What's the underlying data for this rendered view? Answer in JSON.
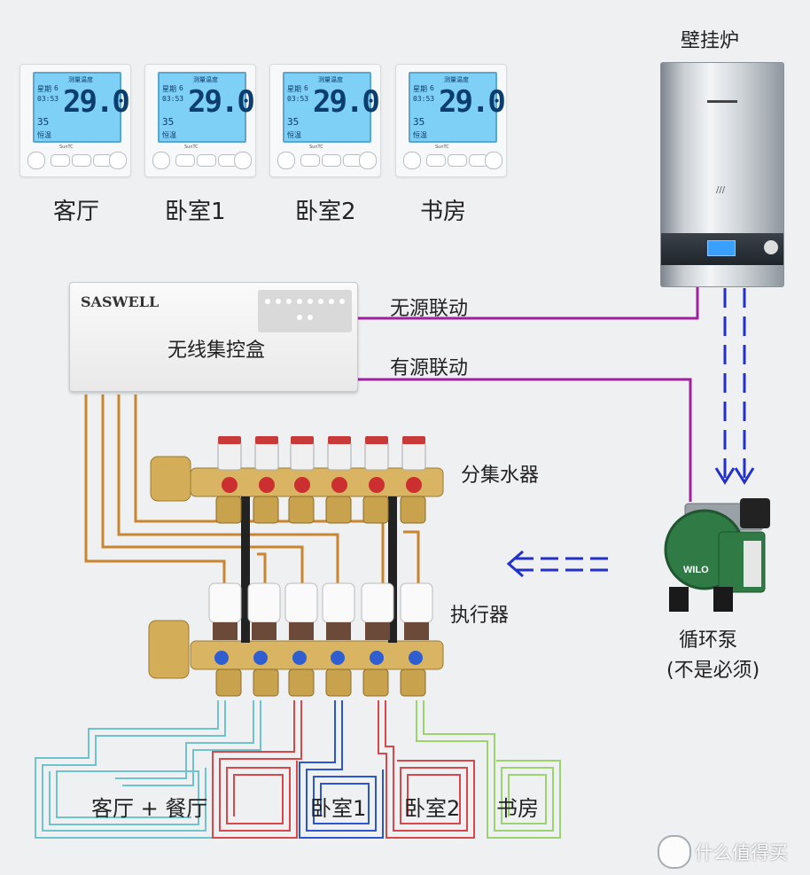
{
  "boiler": {
    "label": "壁挂炉"
  },
  "thermostats": [
    {
      "room": "客厅",
      "temp": "29.0",
      "week": "星期",
      "day": "6",
      "time": "03:53",
      "set": "35",
      "header": "测量温度",
      "mode": "恒温",
      "brand": "SunTC"
    },
    {
      "room": "卧室1",
      "temp": "29.0",
      "week": "星期",
      "day": "6",
      "time": "03:53",
      "set": "35",
      "header": "测量温度",
      "mode": "恒温",
      "brand": "SunTC"
    },
    {
      "room": "卧室2",
      "temp": "29.0",
      "week": "星期",
      "day": "6",
      "time": "03:53",
      "set": "35",
      "header": "测量温度",
      "mode": "恒温",
      "brand": "SunTC"
    },
    {
      "room": "书房",
      "temp": "29.0",
      "week": "星期",
      "day": "6",
      "time": "03:53",
      "set": "35",
      "header": "测量温度",
      "mode": "恒温",
      "brand": "SunTC"
    }
  ],
  "controller": {
    "brand": "SASWELL",
    "label": "无线集控盒"
  },
  "links": {
    "passive": "无源联动",
    "active": "有源联动"
  },
  "manifold": {
    "label": "分集水器"
  },
  "actuator": {
    "label": "执行器"
  },
  "pump": {
    "label": "循环泵",
    "note": "(不是必须)",
    "brand": "WILO"
  },
  "zones": [
    {
      "label": "客厅 + 餐厅"
    },
    {
      "label": "卧室1"
    },
    {
      "label": "卧室2"
    },
    {
      "label": "书房"
    }
  ],
  "watermark": {
    "text": "什么值得买"
  },
  "colors": {
    "background": "#eef0f2",
    "wire_orange": "#c9852f",
    "link_purple": "#a020a0",
    "flow_blue": "#2230c8",
    "loop_red": "#d8474a",
    "loop_cyan": "#6ec3cf",
    "loop_blue": "#2c55d6",
    "loop_green": "#9bd36f"
  },
  "icons": [
    "lcd-thermostat-icon",
    "wall-boiler-icon",
    "circulation-pump-icon",
    "manifold-icon",
    "actuator-icon",
    "floor-heating-loop-icon"
  ]
}
